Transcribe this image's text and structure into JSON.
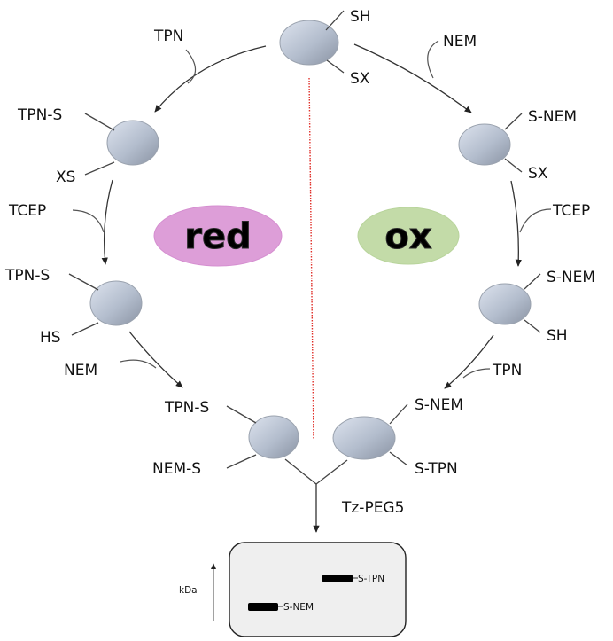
{
  "diagram": {
    "divider_color": "#e0302a",
    "protein_color": "#b5bfcf",
    "states": {
      "red": {
        "label": "red",
        "color": "#dd9ed8"
      },
      "ox": {
        "label": "ox",
        "color": "#c3dba8"
      }
    },
    "top_protein": {
      "upper": "SH",
      "lower": "SX"
    },
    "left_branch": {
      "step1_reagent": "TPN",
      "protein1": {
        "upper": "TPN-S",
        "lower": "XS"
      },
      "step2_reagent": "TCEP",
      "protein2": {
        "upper": "TPN-S",
        "lower": "HS"
      },
      "step3_reagent": "NEM",
      "protein3": {
        "upper": "TPN-S",
        "lower": "NEM-S"
      }
    },
    "right_branch": {
      "step1_reagent": "NEM",
      "protein1": {
        "upper": "S-NEM",
        "lower": "SX"
      },
      "step2_reagent": "TCEP",
      "protein2": {
        "upper": "S-NEM",
        "lower": "SH"
      },
      "step3_reagent": "TPN",
      "protein3": {
        "upper": "S-NEM",
        "lower": "S-TPN"
      }
    },
    "merge_reagent": "Tz-PEG5",
    "gel": {
      "axis_label": "kDa",
      "bands": [
        {
          "label": "S-TPN"
        },
        {
          "label": "S-NEM"
        }
      ]
    }
  }
}
